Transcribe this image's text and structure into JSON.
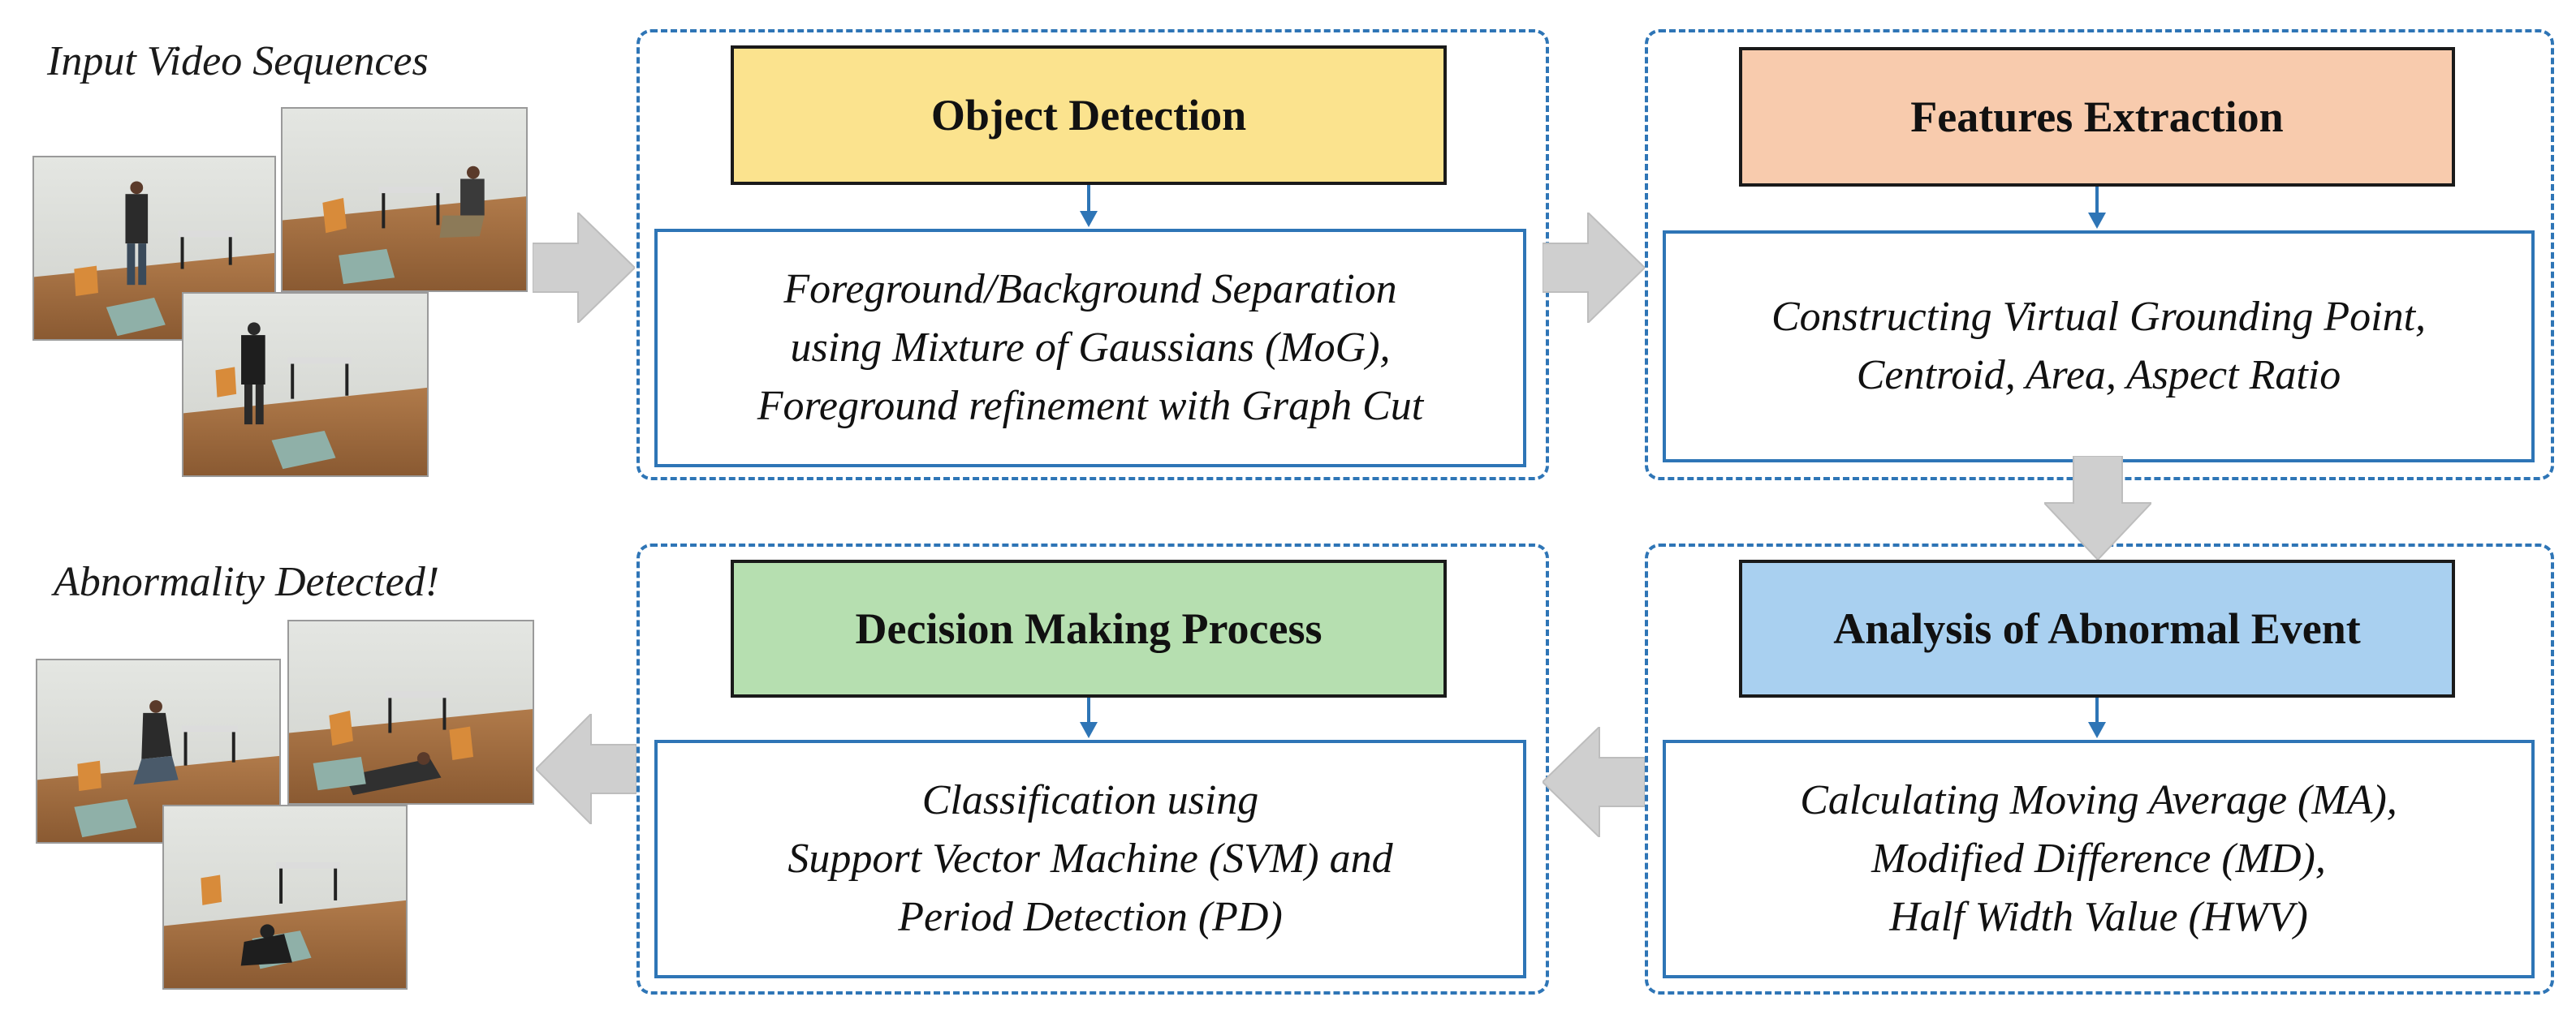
{
  "captions": {
    "input": "Input Video Sequences",
    "output": "Abnormality  Detected!"
  },
  "colors": {
    "object_detection": "#fbe38e",
    "features_extraction": "#f8cbad",
    "decision_making": "#b6dfb0",
    "analysis": "#a9d0f0",
    "accent_blue": "#2e75b6",
    "flow_arrow": "#cfcfcf"
  },
  "stages": {
    "object_detection": {
      "title": "Object Detection",
      "lines": [
        "Foreground/Background Separation",
        "using Mixture of Gaussians (MoG),",
        "Foreground refinement with Graph Cut"
      ]
    },
    "features_extraction": {
      "title": "Features Extraction",
      "lines": [
        "Constructing Virtual Grounding Point,",
        "Centroid, Area, Aspect Ratio"
      ]
    },
    "decision_making": {
      "title": "Decision Making Process",
      "lines": [
        "Classification using",
        "Support Vector Machine (SVM) and",
        "Period Detection (PD)"
      ]
    },
    "analysis": {
      "title": "Analysis of Abnormal Event",
      "lines": [
        "Calculating Moving Average (MA),",
        "Modified Difference (MD),",
        "Half Width Value (HWV)"
      ]
    }
  },
  "icons": {
    "input_frames": "video-frame-images",
    "output_frames": "video-frame-images",
    "flow_arrows": "block-arrow"
  }
}
